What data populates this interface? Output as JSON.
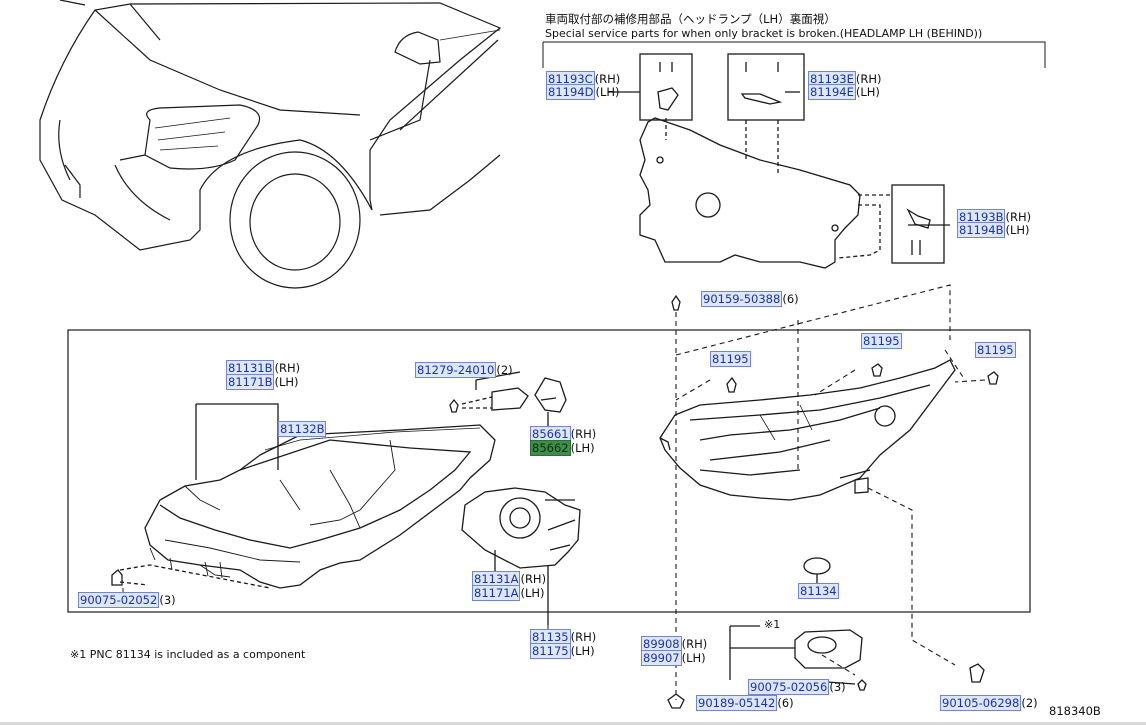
{
  "header": {
    "title_jp": "車両取付部の補修用部品（ヘッドランプ（LH）裏面視）",
    "title_en": "Special service parts for when only bracket is broken.(HEADLAMP LH (BEHIND))"
  },
  "parts": {
    "p81193C": {
      "num": "81193C",
      "sfx": "(RH)"
    },
    "p81194D": {
      "num": "81194D",
      "sfx": "(LH)"
    },
    "p81193E": {
      "num": "81193E",
      "sfx": "(RH)"
    },
    "p81194E": {
      "num": "81194E",
      "sfx": "(LH)"
    },
    "p81193B": {
      "num": "81193B",
      "sfx": "(RH)"
    },
    "p81194B": {
      "num": "81194B",
      "sfx": "(LH)"
    },
    "p90159": {
      "num": "90159-50388",
      "sfx": "(6)"
    },
    "p81195a": {
      "num": "81195",
      "sfx": ""
    },
    "p81195b": {
      "num": "81195",
      "sfx": ""
    },
    "p81195c": {
      "num": "81195",
      "sfx": ""
    },
    "p81131B": {
      "num": "81131B",
      "sfx": "(RH)"
    },
    "p81171B": {
      "num": "81171B",
      "sfx": "(LH)"
    },
    "p81132B": {
      "num": "81132B",
      "sfx": ""
    },
    "p81279": {
      "num": "81279-24010",
      "sfx": "(2)"
    },
    "p85661": {
      "num": "85661",
      "sfx": "(RH)"
    },
    "p85662": {
      "num": "85662",
      "sfx": "(LH)"
    },
    "p90075a": {
      "num": "90075-02052",
      "sfx": "(3)"
    },
    "p81131A": {
      "num": "81131A",
      "sfx": "(RH)"
    },
    "p81171A": {
      "num": "81171A",
      "sfx": "(LH)"
    },
    "p81134": {
      "num": "81134",
      "sfx": ""
    },
    "p81135": {
      "num": "81135",
      "sfx": "(RH)"
    },
    "p81175": {
      "num": "81175",
      "sfx": "(LH)"
    },
    "p89908": {
      "num": "89908",
      "sfx": "(RH)"
    },
    "p89907": {
      "num": "89907",
      "sfx": "(LH)"
    },
    "p90075b": {
      "num": "90075-02056",
      "sfx": "(3)"
    },
    "p90189": {
      "num": "90189-05142",
      "sfx": "(6)"
    },
    "p90105": {
      "num": "90105-06298",
      "sfx": "(2)"
    }
  },
  "notes": {
    "mark1": "※1",
    "footnote": "※1  PNC 81134 is included as a component"
  },
  "diagram_code": "818340B"
}
